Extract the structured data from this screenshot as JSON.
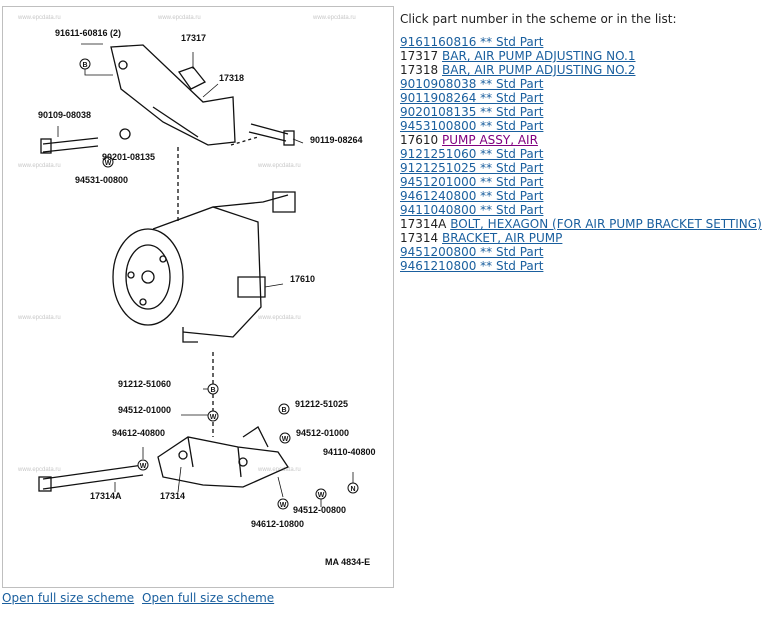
{
  "intro": "Click part number in the scheme or in the list:",
  "parts": [
    {
      "code": "",
      "link": "9161160816 ** Std Part",
      "visited": false
    },
    {
      "code": "17317",
      "link": "BAR, AIR PUMP ADJUSTING NO.1",
      "visited": false
    },
    {
      "code": "17318",
      "link": "BAR, AIR PUMP ADJUSTING NO.2",
      "visited": false
    },
    {
      "code": "",
      "link": "9010908038 ** Std Part",
      "visited": false
    },
    {
      "code": "",
      "link": "9011908264 ** Std Part",
      "visited": false
    },
    {
      "code": "",
      "link": "9020108135 ** Std Part",
      "visited": false
    },
    {
      "code": "",
      "link": "9453100800 ** Std Part",
      "visited": false
    },
    {
      "code": "17610",
      "link": "PUMP ASSY, AIR",
      "visited": true
    },
    {
      "code": "",
      "link": "9121251060 ** Std Part",
      "visited": false
    },
    {
      "code": "",
      "link": "9121251025 ** Std Part",
      "visited": false
    },
    {
      "code": "",
      "link": "9451201000 ** Std Part",
      "visited": false
    },
    {
      "code": "",
      "link": "9461240800 ** Std Part",
      "visited": false
    },
    {
      "code": "",
      "link": "9411040800 ** Std Part",
      "visited": false
    },
    {
      "code": "17314A",
      "link": "BOLT, HEXAGON (FOR AIR PUMP BRACKET SETTING)",
      "visited": false
    },
    {
      "code": "17314",
      "link": "BRACKET, AIR PUMP",
      "visited": false
    },
    {
      "code": "",
      "link": "9451200800 ** Std Part",
      "visited": false
    },
    {
      "code": "",
      "link": "9461210800 ** Std Part",
      "visited": false
    }
  ],
  "scheme": {
    "labels": {
      "p91611": "91611-60816 (2)",
      "p17317": "17317",
      "p17318": "17318",
      "p90109": "90109-08038",
      "p90119": "90119-08264",
      "p90201": "90201-08135",
      "p94531": "94531-00800",
      "p17610": "17610",
      "p91212a": "91212-51060",
      "p94512a": "94512-01000",
      "p91212b": "91212-51025",
      "p94612a": "94612-40800",
      "p94512b": "94512-01000",
      "p94110": "94110-40800",
      "p17314A": "17314A",
      "p17314": "17314",
      "p94512c": "94512-00800",
      "p94612b": "94612-10800",
      "code": "MA  4834-E"
    },
    "markers": {
      "b": "B",
      "w": "W",
      "n": "N"
    },
    "watermark": "www.epcdata.ru"
  },
  "bottom_links": [
    "Open full size scheme",
    "Open full size scheme"
  ]
}
